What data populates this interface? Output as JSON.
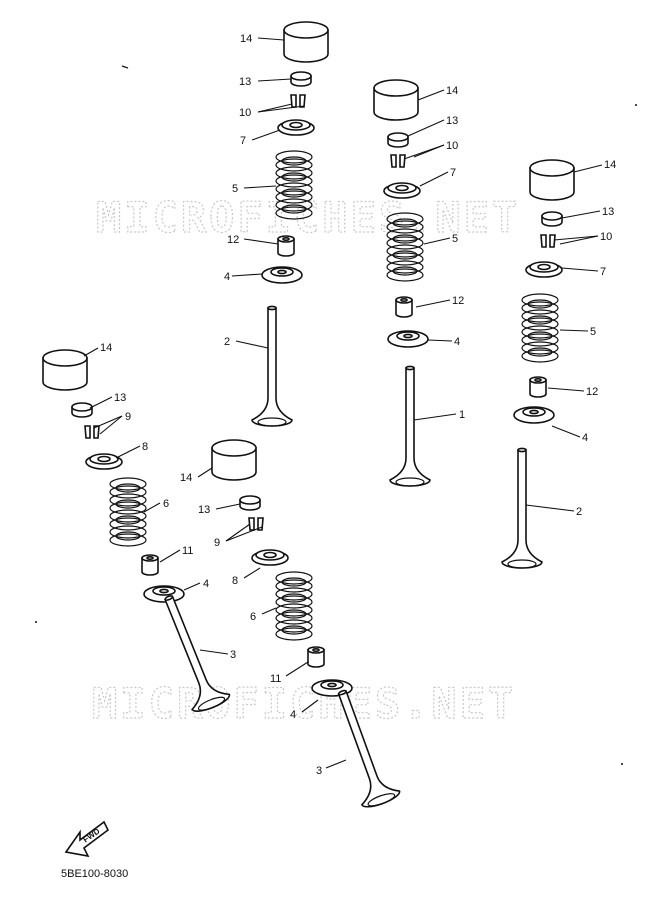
{
  "watermark": "MICROFICHES.NET",
  "fwd_label": "FWD",
  "diagram_code": "5BE100-8030",
  "labels": {
    "a14": "14",
    "a13": "13",
    "a10": "10",
    "a7": "7",
    "a5": "5",
    "a12": "12",
    "a4": "4",
    "a2": "2",
    "b14": "14",
    "b13": "13",
    "b10": "10",
    "b7": "7",
    "b5": "5",
    "b12": "12",
    "b4": "4",
    "b1": "1",
    "c14": "14",
    "c13": "13",
    "c10": "10",
    "c7": "7",
    "c5": "5",
    "c12": "12",
    "c4": "4",
    "c2": "2",
    "d14": "14",
    "d13": "13",
    "d9": "9",
    "d8": "8",
    "d6": "6",
    "d11": "11",
    "d4": "4",
    "d3": "3",
    "e14": "14",
    "e13": "13",
    "e9": "9",
    "e8": "8",
    "e6": "6",
    "e11": "11",
    "e4": "4",
    "e3": "3"
  }
}
